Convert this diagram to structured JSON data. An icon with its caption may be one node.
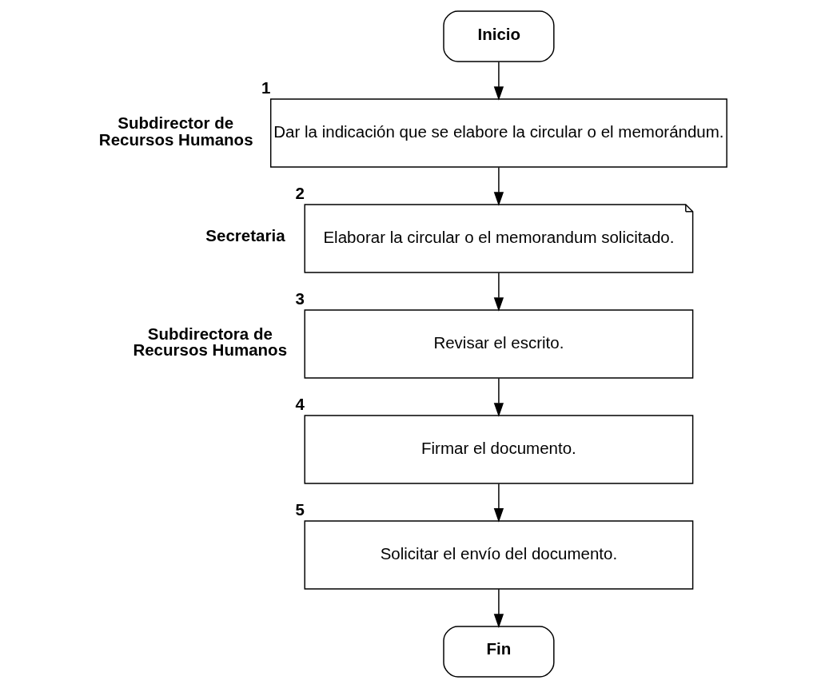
{
  "diagram": {
    "nodes": [
      {
        "text": [
          "Inicio"
        ]
      },
      {
        "text": [
          "Dar la indicación que se elabore la circular o el memorándum."
        ],
        "beside": [
          "Subdirector de Recursos Humanos",
          "1"
        ]
      },
      {
        "text": [
          "Elaborar la circular o el memorandum solicitado."
        ],
        "beside": [
          "Secretaria",
          "2"
        ]
      },
      {
        "text": [
          "Revisar el escrito."
        ],
        "beside": [
          "Subdirectora de Recursos Humanos",
          "3"
        ]
      },
      {
        "text": [
          "Firmar el documento."
        ],
        "beside": [
          "4"
        ]
      },
      {
        "text": [
          "Solicitar el envío del documento."
        ],
        "beside": [
          "5"
        ]
      },
      {
        "text": [
          "Fin"
        ]
      }
    ],
    "edges": [
      {
        "from": 0,
        "to": 1,
        "arrow": "to"
      },
      {
        "from": 1,
        "to": 2,
        "arrow": "to"
      },
      {
        "from": 2,
        "to": 3,
        "arrow": "to"
      },
      {
        "from": 3,
        "to": 4,
        "arrow": "to"
      },
      {
        "from": 4,
        "to": 5,
        "arrow": "to"
      },
      {
        "from": 5,
        "to": 6,
        "arrow": "to"
      }
    ]
  }
}
